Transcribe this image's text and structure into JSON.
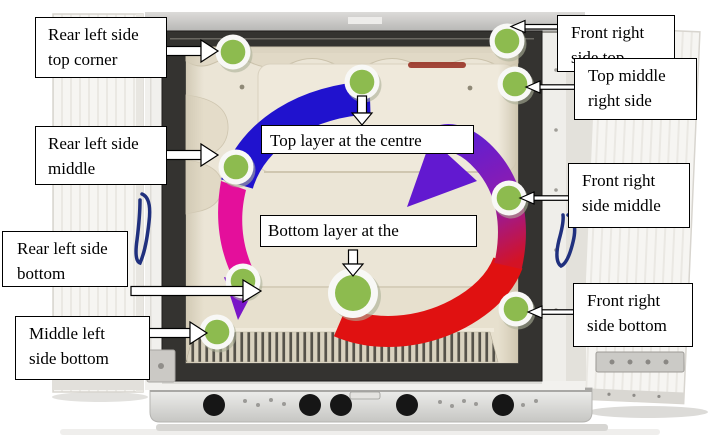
{
  "labels": {
    "rear_left_top": {
      "line1": "Rear left side",
      "line2": "top corner"
    },
    "rear_left_middle": {
      "line1": "Rear left side",
      "line2": "middle"
    },
    "rear_left_bottom": {
      "line1": "Rear left side",
      "line2": "bottom"
    },
    "middle_left_bottom": {
      "line1": "Middle left",
      "line2": "side bottom"
    },
    "top_layer_centre": {
      "line1": "Top layer at the centre"
    },
    "bottom_layer_centre": {
      "line1": "Bottom layer at the"
    },
    "front_right_top": {
      "line1": "Front right",
      "line2": "side top"
    },
    "top_middle_right": {
      "line1": "Top middle",
      "line2": "right side"
    },
    "front_right_middle": {
      "line1": "Front right",
      "line2": "side middle"
    },
    "front_right_bottom": {
      "line1": "Front right",
      "line2": "side bottom"
    }
  },
  "colors": {
    "dot_green": "#8dbb4f",
    "dot_ring": "#f8f8f6",
    "flow_blue": "#2012ce",
    "flow_magenta": "#e40f9b",
    "flow_purple": "#7a16c8",
    "flow_arrowhead": "#6219d0",
    "flow_red": "#e01111",
    "label_border": "#000000",
    "label_background": "#ffffff"
  }
}
